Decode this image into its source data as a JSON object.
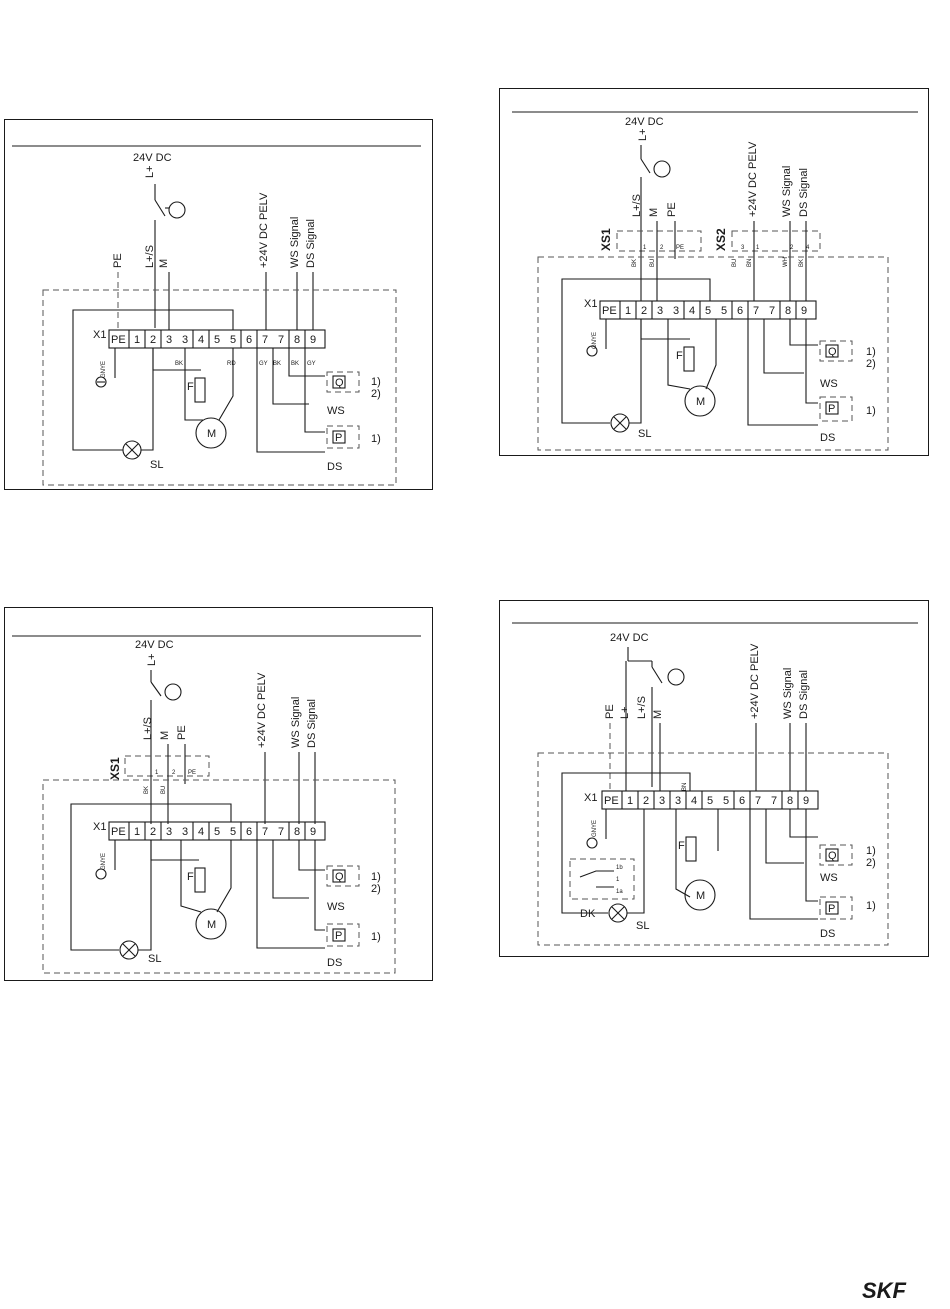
{
  "labels": {
    "supply": "24V DC",
    "lplus": "L+",
    "lplus_s": "L+/S",
    "m": "M",
    "pe": "PE",
    "pelv": "+24V DC PELV",
    "ws_signal": "WS Signal",
    "ds_signal": "DS Signal",
    "x1": "X1",
    "xs1": "XS1",
    "xs2": "XS2",
    "ws": "WS",
    "ds": "DS",
    "sl": "SL",
    "dk": "DK",
    "motor": "M",
    "f": "F",
    "q": "Q",
    "p": "P",
    "note1": "1)",
    "note2": "2)",
    "gnye": "GNYE"
  },
  "terminals": [
    "PE",
    "1",
    "2",
    "3",
    "3",
    "4",
    "5",
    "5",
    "6",
    "7",
    "7",
    "8",
    "9"
  ],
  "terminals_std": [
    "PE",
    "1",
    "2",
    "3",
    "4",
    "5",
    "6",
    "7",
    "8",
    "9"
  ],
  "wire_colors": {
    "bk": "BK",
    "bu": "BU",
    "rd": "RD",
    "gy": "GY",
    "wh": "WH",
    "bn": "BN"
  },
  "connector_pins": {
    "xs1": [
      "1",
      "2",
      "PE"
    ],
    "xs2": [
      "3",
      "1",
      "2",
      "4"
    ]
  },
  "dk_pins": [
    "1b",
    "1",
    "1a"
  ],
  "logo": "SKF"
}
